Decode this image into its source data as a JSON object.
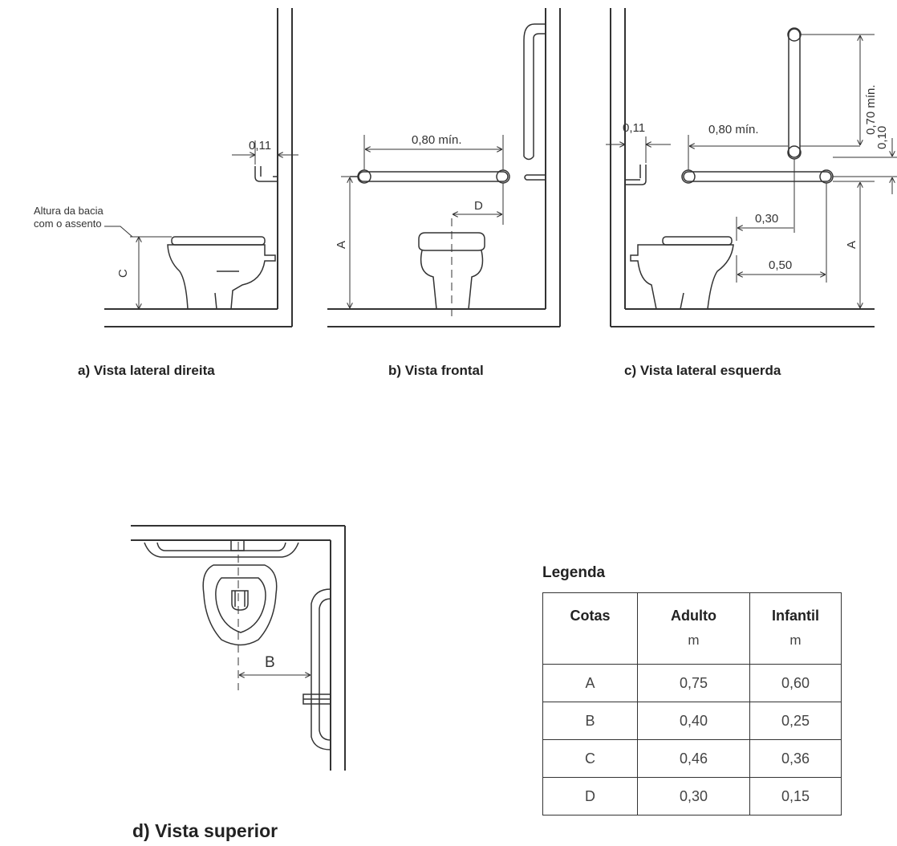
{
  "view_a": {
    "caption": "a) Vista lateral direita",
    "note_line1": "Altura da bacia",
    "note_line2": "com o assento",
    "dim_011": "0,11",
    "dim_C": "C"
  },
  "view_b": {
    "caption": "b) Vista frontal",
    "dim_080": "0,80 mín.",
    "dim_D": "D",
    "dim_A": "A"
  },
  "view_c": {
    "caption": "c) Vista lateral esquerda",
    "dim_011": "0,11",
    "dim_080": "0,80 mín.",
    "dim_070": "0,70 mín.",
    "dim_010": "0,10",
    "dim_030": "0,30",
    "dim_050": "0,50",
    "dim_A": "A"
  },
  "view_d": {
    "caption": "d) Vista superior",
    "dim_B": "B"
  },
  "legend": {
    "title": "Legenda",
    "headers": {
      "cotas": "Cotas",
      "adulto": "Adulto",
      "infantil": "Infantil",
      "unit": "m"
    },
    "rows": [
      {
        "cota": "A",
        "adulto": "0,75",
        "infantil": "0,60"
      },
      {
        "cota": "B",
        "adulto": "0,40",
        "infantil": "0,25"
      },
      {
        "cota": "C",
        "adulto": "0,46",
        "infantil": "0,36"
      },
      {
        "cota": "D",
        "adulto": "0,30",
        "infantil": "0,15"
      }
    ]
  }
}
